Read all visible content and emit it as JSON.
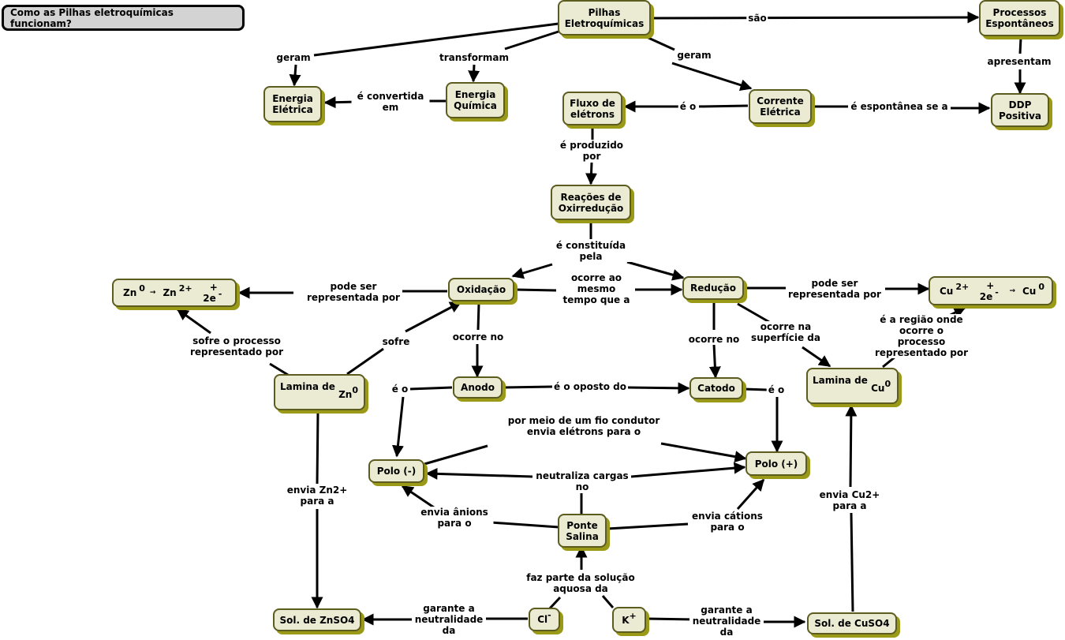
{
  "title": "Como as Pilhas eletroquímicas funcionam?",
  "colors": {
    "node_fill": "#ebebd3",
    "node_border": "#5c5c1f",
    "node_shadow": "#9a9a18",
    "title_fill": "#d3d3d3",
    "edge": "#000000"
  },
  "nodes": {
    "pilhas": "Pilhas Eletroquímicas",
    "processos": "Processos Espontâneos",
    "energia_eletrica": "Energia Elétrica",
    "energia_quimica": "Energia Química",
    "fluxo": "Fluxo de elétrons",
    "corrente": "Corrente Elétrica",
    "ddp": "DDP Positiva",
    "reacoes": "Reações de Oxirredução",
    "oxidacao": "Oxidação",
    "reducao": "Redução",
    "zn_formula": {
      "a": "Zn",
      "a_sup": "0",
      "arrow": "→",
      "b": "Zn",
      "b_sup": "2+",
      "c": "+ 2e",
      "c_sup": "-"
    },
    "cu_formula": {
      "a": "Cu",
      "a_sup": "2+",
      "b": "+ 2e",
      "b_sup": "-",
      "arrow": "→",
      "c": "Cu",
      "c_sup": "0"
    },
    "lamina_zn": {
      "text": "Lamina de",
      "el": "Zn",
      "sup": "0"
    },
    "lamina_cu": {
      "text": "Lamina de",
      "el": "Cu",
      "sup": "0"
    },
    "anodo": "Anodo",
    "catodo": "Catodo",
    "polo_neg": "Polo (-)",
    "polo_pos": "Polo (+)",
    "ponte": "Ponte Salina",
    "sol_zn": "Sol. de ZnSO4",
    "sol_cu": "Sol. de CuSO4",
    "cl": {
      "el": "Cl",
      "sup": "-"
    },
    "k": {
      "el": "K",
      "sup": "+"
    }
  },
  "links": {
    "sao": "são",
    "geram1": "geram",
    "transformam": "transformam",
    "geram2": "geram",
    "apresentam": "apresentam",
    "convertida": "é convertida em",
    "e_o": "é o",
    "espontanea": "é espontânea se a",
    "produzido": "é produzido por",
    "constituida": "é constituída pela",
    "pode_ox": "pode ser representada por",
    "mesmo_tempo": "ocorre ao mesmo tempo que a",
    "pode_red": "pode ser representada por",
    "sofre_proc": "sofre o processo representado por",
    "sofre": "sofre",
    "ocorre_no_ox": "ocorre no",
    "ocorre_no_red": "ocorre no",
    "ocorre_na": "ocorre na superfície da",
    "regiao": "é a região onde ocorre o processo representado por",
    "e_o_anodo": "é o",
    "oposto": "é o oposto do",
    "e_o_catodo": "é o",
    "fio": "por meio de um fio condutor envia elétrons para o",
    "neutraliza": "neutraliza cargas no",
    "envia_zn": "envia Zn2+ para a",
    "envia_cu": "envia Cu2+ para a",
    "anions": "envia ânions para o",
    "cations": "envia cátions para o",
    "faz_parte": "faz parte da solução aquosa da",
    "garante_cl": "garante a neutralidade da",
    "garante_k": "garante a neutralidade da"
  }
}
